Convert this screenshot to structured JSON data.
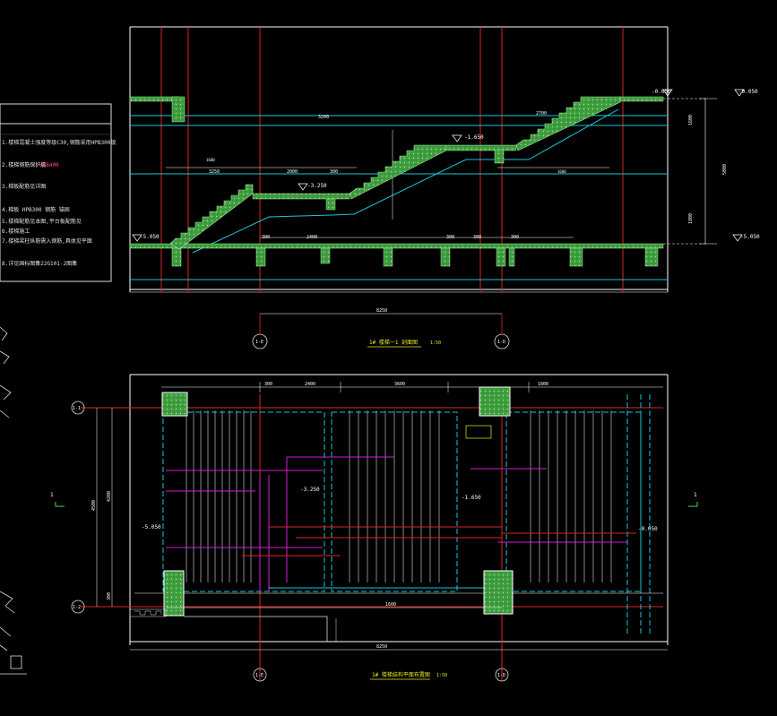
{
  "colors": {
    "background": "#000000",
    "structure_fill": "#3f9e3f",
    "structure_edge": "#9fe89f",
    "grid_red": "#e0231b",
    "dim_white": "#ffffff",
    "cyan": "#19c7d8",
    "magenta": "#d51bd5",
    "yellow": "#e8e81c",
    "pink_text": "#ff4b8a"
  },
  "section": {
    "title": "1# 楼梯一1 剖面图",
    "scale": "1:50",
    "elevations": {
      "top_right": "-0.050",
      "top_right_outer": "-0.050",
      "landing_mid": "-1.650",
      "landing_low": "-3.250",
      "bottom_left": "-5.050",
      "bottom_right": "-5.050"
    },
    "dimensions": {
      "top_span": "3250",
      "run_upper": "2000",
      "run_a": "3200",
      "run_b": "2700",
      "run_c": "2400",
      "overall": "8250",
      "small_a": "300",
      "small_b": "300",
      "small_c": "300",
      "mark_a": "1600",
      "mark_b": "1600",
      "vert_total": "5000",
      "vert_upper": "1600",
      "vert_lower": "1800",
      "bottom_a": "300",
      "bottom_b": "300"
    },
    "axis_left": "1-E",
    "axis_right": "1-D"
  },
  "plan": {
    "title": "1# 楼梯结构平面布置图",
    "scale": "1:50",
    "elevations": {
      "left": "-5.050",
      "mid_low": "-3.250",
      "mid_high": "-1.650",
      "right": "-0.050"
    },
    "dimensions": {
      "top_a": "300",
      "top_b": "2400",
      "top_c": "3600",
      "top_d": "1800",
      "side_total": "4500",
      "side_main": "4200",
      "side_small": "300",
      "bottom_overall": "8250",
      "bottom_part": "1600"
    },
    "axis_top": "1-1",
    "axis_bottom": "1-2",
    "axis_left": "1-E",
    "axis_right": "1-D",
    "section_mark": "1"
  },
  "notes": {
    "lines": [
      "1.楼梯混凝土强度等级C30,钢筋采用HPB300级",
      "2.楼梯钢筋保护层",
      "3.梯板配筋见详图",
      "4.梯板 HPB300 钢筋 锚固",
      "5.楼梯配筋见本图,平台板配筋见",
      "6.楼梯施工",
      "7.楼梯梁柱纵筋需入钢筋,具体见平面",
      "8.详见国标图集22G101-2图集"
    ],
    "highlight": "HRB400"
  }
}
